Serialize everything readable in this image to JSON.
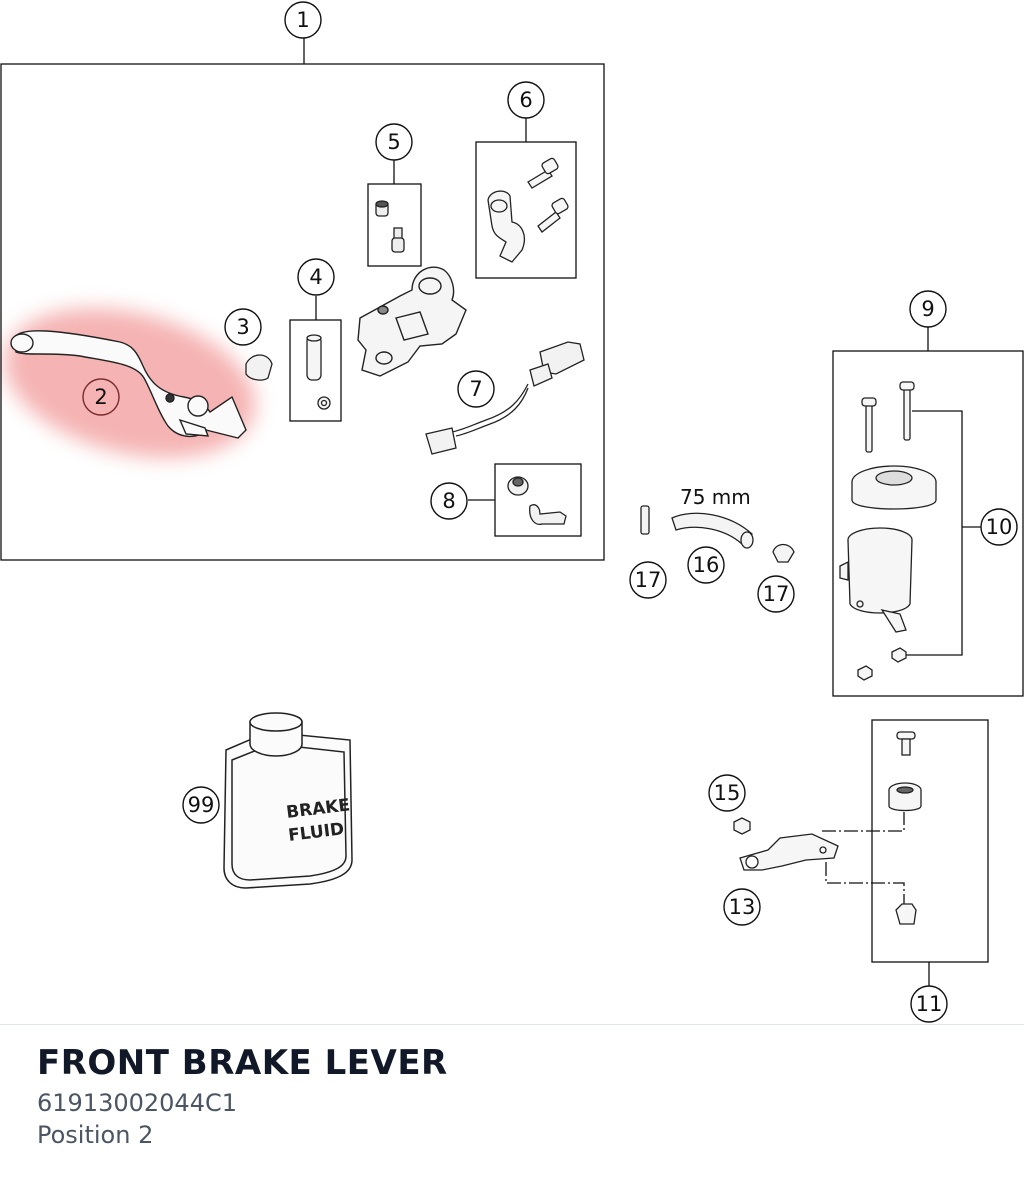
{
  "diagram": {
    "callouts": [
      "1",
      "2",
      "3",
      "4",
      "5",
      "6",
      "7",
      "8",
      "9",
      "10",
      "11",
      "13",
      "15",
      "16",
      "17",
      "17",
      "99"
    ],
    "dimension_label": "75 mm",
    "fluid_label_line1": "BRAKE",
    "fluid_label_line2": "FLUID",
    "highlighted_callout": "2",
    "highlight_color": "#f4a6a6"
  },
  "info": {
    "title": "FRONT BRAKE LEVER",
    "part_number": "61913002044C1",
    "position": "Position 2"
  }
}
